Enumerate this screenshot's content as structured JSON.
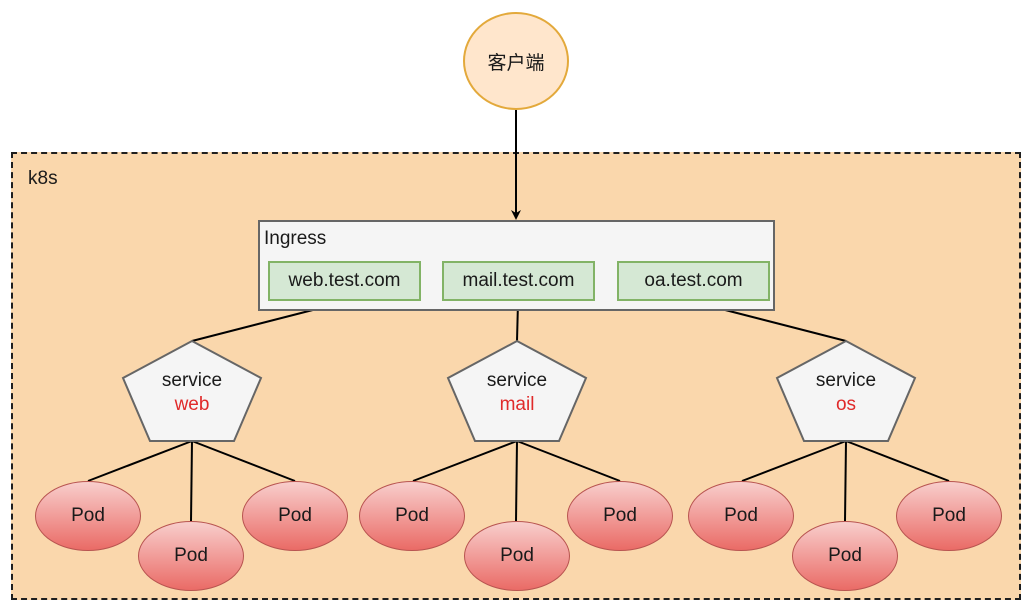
{
  "cluster_label": "k8s",
  "client": {
    "label": "客户端"
  },
  "ingress": {
    "label": "Ingress",
    "hosts": [
      "web.test.com",
      "mail.test.com",
      "oa.test.com"
    ]
  },
  "services": [
    {
      "label": "service",
      "name": "web",
      "pods": [
        "Pod",
        "Pod",
        "Pod"
      ]
    },
    {
      "label": "service",
      "name": "mail",
      "pods": [
        "Pod",
        "Pod",
        "Pod"
      ]
    },
    {
      "label": "service",
      "name": "os",
      "pods": [
        "Pod",
        "Pod",
        "Pod"
      ]
    }
  ],
  "colors": {
    "cluster_fill": "#fad7ac",
    "client_fill": "#ffe6cc",
    "client_border": "#e3a93b",
    "ingress_fill": "#f5f5f5",
    "host_fill": "#d5e8d4",
    "host_border": "#82b366",
    "service_fill": "#f5f5f5",
    "service_border": "#666666",
    "service_name": "#e02a2a",
    "pod_fill_top": "#f8cecc",
    "pod_fill_bottom": "#ea6b66",
    "pod_border": "#b85450"
  }
}
